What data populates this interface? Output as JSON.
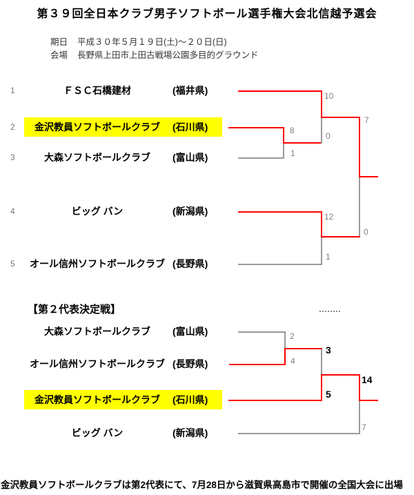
{
  "page": {
    "title": "第３９回全日本クラブ男子ソフトボール選手権大会北信越予選会",
    "info": {
      "date_label": "期日",
      "date_value": "平成３０年５月１９日(土)～２０日(日)",
      "venue_label": "会場",
      "venue_value": "長野県上田市上田古戦場公園多目的グラウンド"
    },
    "footer_note": "金沢教員ソフトボールクラブは第2代表にて、7月28日から滋賀県高島市で開催の全国大会に出場"
  },
  "colors": {
    "winner_line": "#ff0000",
    "neutral_line": "#999999",
    "highlight": "#ffff00",
    "score_text": "#7f7f7f",
    "score_text_bold": "#000000"
  },
  "bracket1": {
    "teams": [
      {
        "seed": "1",
        "name": "ＦＳＣ石橋建材",
        "pref": "(福井県)"
      },
      {
        "seed": "2",
        "name": "金沢教員ソフトボールクラブ",
        "pref": "(石川県)"
      },
      {
        "seed": "3",
        "name": "大森ソフトボールクラブ",
        "pref": "(富山県)"
      },
      {
        "seed": "4",
        "name": "ビッグ バン",
        "pref": "(新潟県)"
      },
      {
        "seed": "5",
        "name": "オール信州ソフトボールクラブ",
        "pref": "(長野県)"
      }
    ],
    "scores": {
      "m1_top": "8",
      "m1_bottom": "1",
      "sf1_top": "10",
      "sf1_bottom": "0",
      "sf2_top": "12",
      "sf2_bottom": "1",
      "final_top": "7",
      "final_bottom": "0"
    }
  },
  "bracket2": {
    "heading": "【第２代表決定戦】",
    "teams": [
      {
        "name": "大森ソフトボールクラブ",
        "pref": "(富山県)"
      },
      {
        "name": "オール信州ソフトボールクラブ",
        "pref": "(長野県)"
      },
      {
        "name": "金沢教員ソフトボールクラブ",
        "pref": "(石川県)"
      },
      {
        "name": "ビッグ バン",
        "pref": "(新潟県)"
      }
    ],
    "scores": {
      "m1_top": "2",
      "m1_bottom": "4",
      "m2_top": "3",
      "m2_bottom": "5",
      "final_top": "14",
      "final_bottom": "7"
    }
  }
}
